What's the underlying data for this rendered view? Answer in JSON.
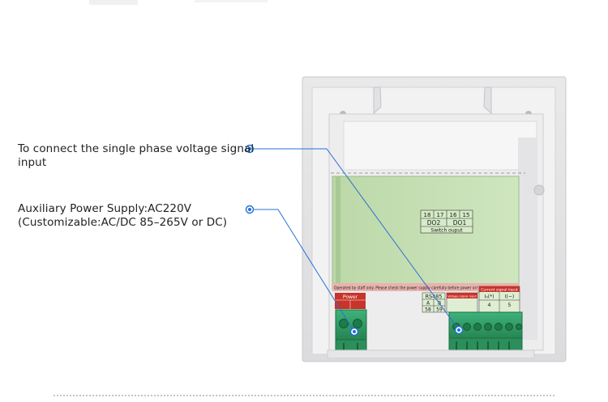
{
  "callouts": {
    "voltage_line1": "To connect the single phase voltage signal",
    "voltage_line2": "input",
    "power_line1": "Auxiliary Power Supply:AC220V",
    "power_line2": "(Customizable:AC/DC 85–265V or DC)"
  },
  "device_labels": {
    "switch_numbers": [
      "18",
      "17",
      "16",
      "15"
    ],
    "do2": "DO2",
    "do1": "DO1",
    "switch_output": "Switch ouput",
    "warning": "Operated by staff only. Please check the power supply carefully before power on!",
    "power": "Power",
    "rs485": "RS485",
    "rs_a": "A",
    "rs_b": "B",
    "rs_58": "58",
    "rs_59": "59",
    "voltage_input": "Voltage signal input",
    "current_input": "Current signal input",
    "ib_plus": "I₀(*)",
    "ib_minus": "I(−)",
    "ci_4": "4",
    "ci_5": "5"
  },
  "colors": {
    "accent": "#1f6fd8",
    "label_panel": "#c6e0b4",
    "terminal_green": "#2e9a62",
    "warning_red": "#c8332a"
  }
}
